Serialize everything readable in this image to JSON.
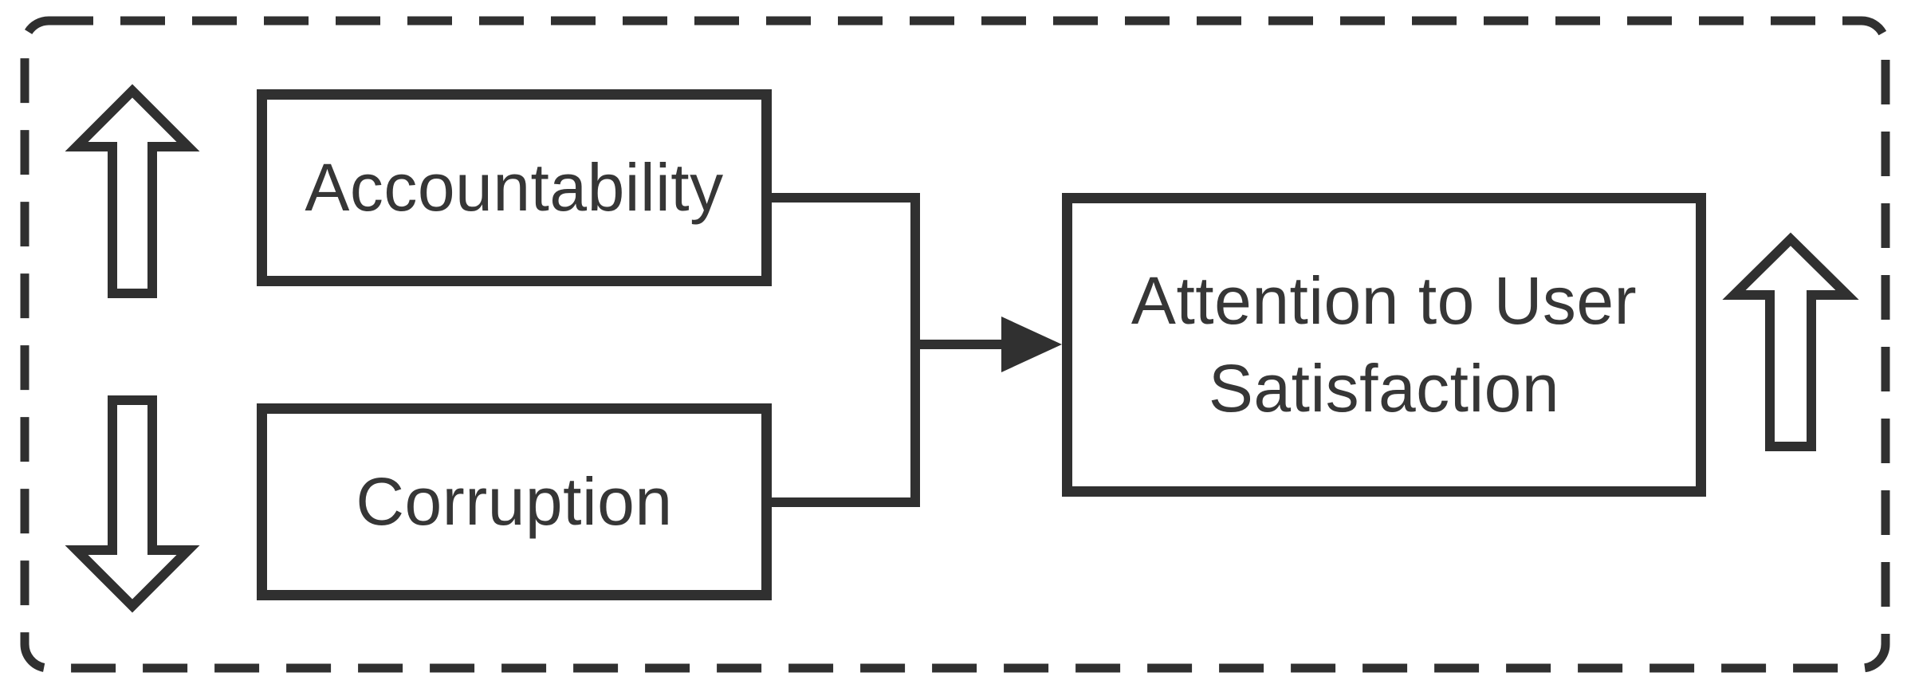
{
  "colors": {
    "stroke": "#303030",
    "text": "#363636",
    "background": "#ffffff"
  },
  "boxes": {
    "accountability": {
      "label": "Accountability"
    },
    "corruption": {
      "label": "Corruption"
    },
    "attention": {
      "label": "Attention to User Satisfaction"
    }
  },
  "trend_arrows": {
    "accountability_trend": {
      "direction": "up"
    },
    "corruption_trend": {
      "direction": "down"
    },
    "attention_trend": {
      "direction": "up"
    }
  },
  "connector": {
    "from": [
      "Accountability",
      "Corruption"
    ],
    "to": "Attention to User Satisfaction"
  }
}
